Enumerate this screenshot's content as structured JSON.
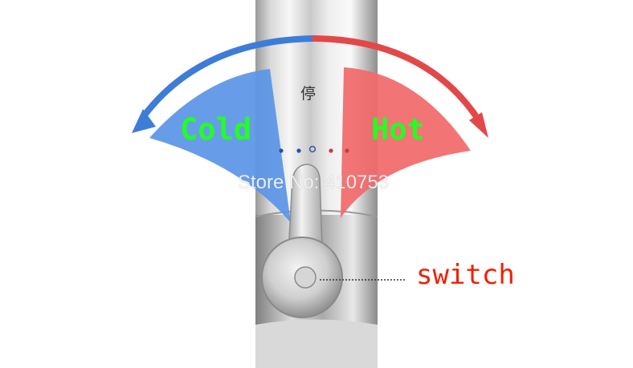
{
  "labels": {
    "cold": "Cold",
    "hot": "Hot",
    "stop": "停",
    "switch": "switch",
    "watermark": "Store No: 410753"
  },
  "colors": {
    "cold": "#5b96e6",
    "cold_text": "#22ff22",
    "hot": "#f16969",
    "hot_text": "#22ff22",
    "arrow_blue": "#3d7dd8",
    "arrow_red": "#e34848",
    "switch_text": "#ee2200"
  },
  "icons": {
    "cold_arrow": "arrow-curved-left-icon",
    "hot_arrow": "arrow-curved-right-icon",
    "handle": "faucet-lever-icon"
  }
}
